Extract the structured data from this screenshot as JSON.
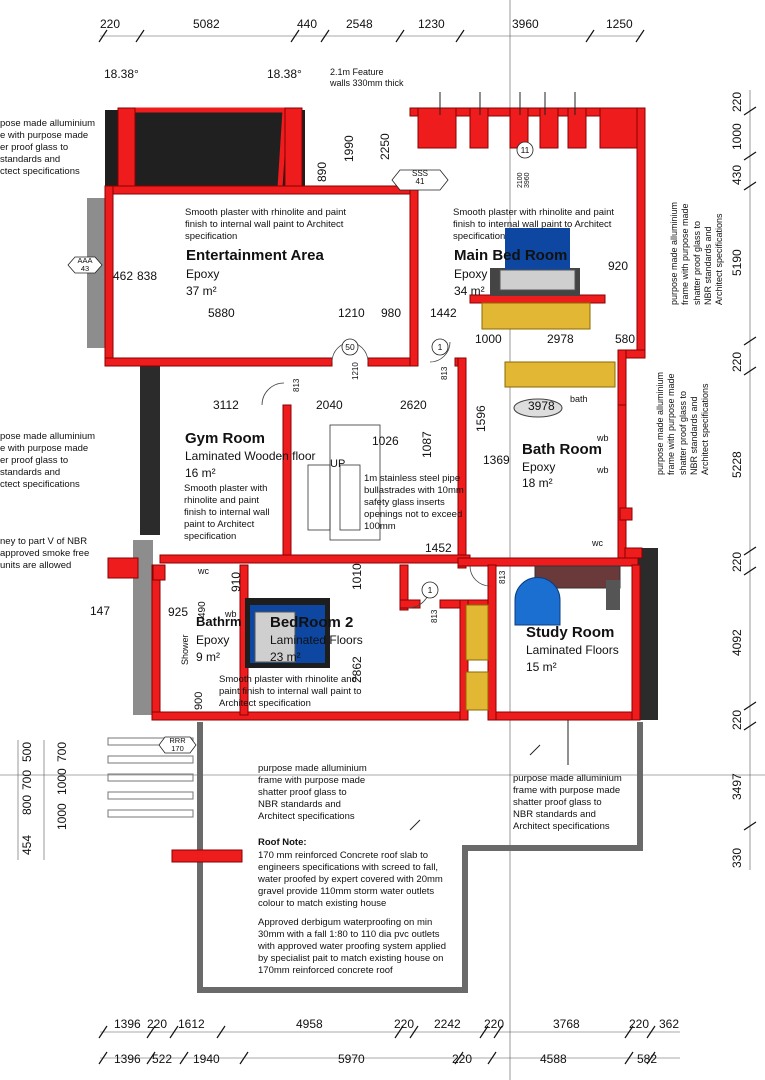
{
  "top_dims": [
    "220",
    "5082",
    "440",
    "2548",
    "1230",
    "3960",
    "1250"
  ],
  "bottom_dims_row1": [
    "1396",
    "220",
    "1612",
    "4958",
    "220",
    "2242",
    "220",
    "3768",
    "220",
    "362"
  ],
  "bottom_dims_row2": [
    "1396",
    "522",
    "1940",
    "5970",
    "220",
    "4588",
    "582"
  ],
  "right_dims": [
    "220",
    "1000",
    "430",
    "5190",
    "220",
    "5228",
    "220",
    "4092",
    "220",
    "3497",
    "330"
  ],
  "left_dims": [
    "500",
    "700",
    "1000",
    "700",
    "800",
    "1000",
    "454",
    "1000"
  ],
  "angles": [
    "18.38°",
    "18.38°"
  ],
  "feature_note": "2.1m Feature\nwalls 330mm thick",
  "markers": {
    "sss": "SSS\n41",
    "aaa": "AAA\n43",
    "rrr": "RRR\n170",
    "m11": "11",
    "m50": "50",
    "m1a": "1",
    "m1b": "1"
  },
  "rooms": {
    "entertainment": {
      "name": "Entertainment Area",
      "floor": "Epoxy",
      "area": "37 m²",
      "note": "Smooth plaster with rhinolite and paint\nfinish to internal wall paint to Architect\nspecification"
    },
    "main_bed": {
      "name": "Main Bed Room",
      "floor": "Epoxy",
      "area": "34 m²",
      "note": "Smooth plaster with rhinolite and paint\nfinish to internal wall paint to Architect\nspecification"
    },
    "gym": {
      "name": "Gym Room",
      "floor": "Laminated Wooden floor",
      "area": "16 m²",
      "note": "Smooth plaster with\nrhinolite and paint\nfinish to internal wall\npaint to Architect\nspecification"
    },
    "bath": {
      "name": "Bath Room",
      "floor": "Epoxy",
      "area": "18 m²"
    },
    "bedroom2": {
      "name": "BedRoom 2",
      "floor": "Laminated Floors",
      "area": "23 m²",
      "note": "Smooth plaster with rhinolite and\npaint finish to internal wall paint to\nArchitect specification"
    },
    "bathrm": {
      "name": "Bathrm",
      "floor": "Epoxy",
      "area": "9 m²"
    },
    "study": {
      "name": "Study Room",
      "floor": "Laminated Floors",
      "area": "15 m²"
    }
  },
  "inner_dims": {
    "d462": "462",
    "d838": "838",
    "d5880": "5880",
    "d1210": "1210",
    "d980": "980",
    "d1442": "1442",
    "d920": "920",
    "d1000": "1000",
    "d2978": "2978",
    "d580": "580",
    "d3112": "3112",
    "d2040": "2040",
    "d2620": "2620",
    "d1026": "1026",
    "d1087": "1087",
    "d1596": "1596",
    "d3978": "3978",
    "d1369": "1369",
    "d1452": "1452",
    "d1990": "1990",
    "d2250": "2250",
    "d890": "890",
    "d910": "910",
    "d925": "925",
    "d1010": "1010",
    "d2862": "2862",
    "d147": "147",
    "d900": "900",
    "d490": "490",
    "d813a": "813",
    "d813b": "813",
    "d813c": "813",
    "d813d": "813",
    "d1210v": "1210",
    "d2100": "2100\n3960"
  },
  "labels": {
    "up": "UP",
    "bath": "bath",
    "wb1": "wb",
    "wb2": "wb",
    "wb3": "wb",
    "wc1": "wc",
    "wc2": "wc",
    "shower": "Shower"
  },
  "stair_note": "1m stainless steel pipe\nbullastrades with 10mm\nsafety glass inserts\nopenings not to exceed\n100mm",
  "left_notes": [
    "pose made alluminium\ne with purpose made\ner proof glass to\n standards and\nctect specifications",
    "pose made alluminium\ne with purpose made\ner proof glass to\n standards and\nctect specifications",
    "ney to part V of NBR\napproved smoke free\nunits are allowed"
  ],
  "right_notes": [
    "purpose made alluminium\nframe with purpose made\nshatter proof glass to\nNBR standards and\nArchitect specifications",
    "purpose made alluminium\nframe with purpose made\nshatter proof glass to\nNBR standards and\nArchitect specifications"
  ],
  "terrace_note_left": "purpose made alluminium\nframe with purpose made\nshatter proof glass to\nNBR standards and\nArchitect specifications",
  "terrace_note_right": "purpose made alluminium\nframe with purpose made\nshatter proof glass to\nNBR standards and\nArchitect specifications",
  "roof_note_title": "Roof Note:",
  "roof_note_1": "170 mm reinforced Concrete roof slab to\nengineers specifications with screed to fall,\nwater proofed by expert  covered with 20mm\ngravel provide 110mm storm water outlets\ncolour to match existing house",
  "roof_note_2": "Approved derbigum waterproofing on min\n30mm with a fall 1:80 to 110 dia pvc outlets\nwith approved water proofing system applied\nby specialist pait to match existing house on\n170mm reinforced concrete roof",
  "colors": {
    "wall": "#ee1c1c",
    "wall_stroke": "#8a0000",
    "dark": "#1e1e1e",
    "wood": "#e2b733",
    "blue": "#1b6fd1",
    "bed_blue": "#0d47a1",
    "grey": "#888888"
  }
}
